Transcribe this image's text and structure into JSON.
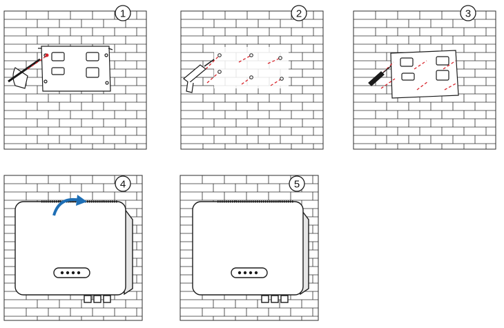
{
  "steps": [
    {
      "number": "1"
    },
    {
      "number": "2"
    },
    {
      "number": "3"
    },
    {
      "number": "4"
    },
    {
      "number": "5"
    }
  ],
  "colors": {
    "line": "#1a1a1a",
    "brick": "#2b2b2b",
    "drill_marking": "#d8232a",
    "rotate_arrow": "#1f6fb5"
  },
  "icons": [
    "drill-icon",
    "screwdriver-icon",
    "rotate-arrow-icon",
    "inverter-icon",
    "mounting-bracket-icon"
  ]
}
